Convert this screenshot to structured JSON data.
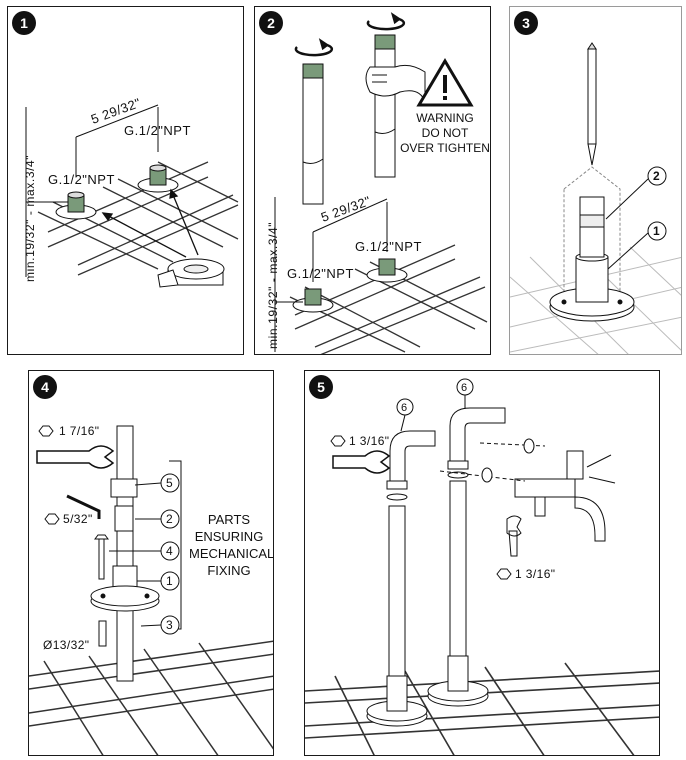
{
  "steps": [
    {
      "number": "1",
      "dim_width": "5 29/32\"",
      "thread_left": "G.1/2\"NPT",
      "thread_right": "G.1/2\"NPT",
      "dim_height": "min.19/32\" - max.3/4\""
    },
    {
      "number": "2",
      "dim_width": "5 29/32\"",
      "thread_left": "G.1/2\"NPT",
      "thread_right": "G.1/2\"NPT",
      "dim_height": "min.19/32\" - max.3/4\"",
      "warning": [
        "WARNING",
        "DO NOT",
        "OVER TIGHTEN"
      ]
    },
    {
      "number": "3",
      "callouts": [
        "2",
        "1"
      ]
    },
    {
      "number": "4",
      "wrench_size": "1 7/16\"",
      "hex_key_size": "5/32\"",
      "drill_size": "Ø13/32\"",
      "callouts": [
        "5",
        "2",
        "4",
        "1",
        "3"
      ],
      "parts_text": [
        "PARTS",
        "ENSURING",
        "MECHANICAL",
        "FIXING"
      ]
    },
    {
      "number": "5",
      "wrench_size_left": "1 3/16\"",
      "wrench_size_right": "1 3/16\"",
      "callouts": [
        "6",
        "6"
      ]
    }
  ],
  "colors": {
    "line": "#1a1a1a",
    "panel_border_grey": "#9a9a9a",
    "thread_green": "#7a9a7a",
    "badge": "#111111"
  }
}
